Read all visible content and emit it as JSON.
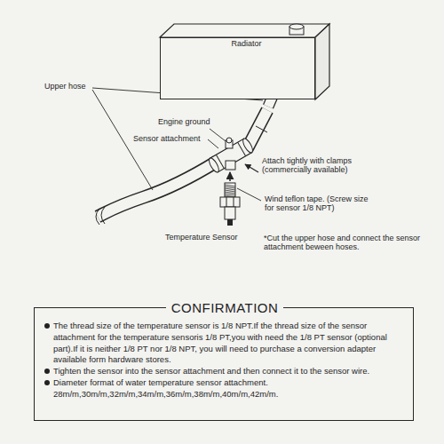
{
  "diagram": {
    "nodes": [
      {
        "text": [
          "Radiator"
        ]
      },
      {
        "text": [
          "CONFIRMATION",
          "The thread size of the temperature sensor is 1/8 NPT.If the thread size of the sensor attachment for the temperature sensoris 1/8 PT,you with need the 1/8 PT sensor (optional part).If it is neither 1/8 PT nor 1/8 NPT, you will need to purchase a conversion adapter available form hardware stores.",
          "Tighten the sensor into the sensor attachment and then connect it to the sensor wire.",
          "Diameter format of water temperature sensor attachment.",
          "28m/m,30m/m,32m/m,34m/m,36m/m,38m/m,40m/m,42m/m."
        ]
      }
    ],
    "labels": [
      "Upper hose",
      "Engine ground",
      "Sensor attachment",
      "Attach tightly with clamps (commercially available)",
      "Wind teflon tape. (Screw size for sensor 1/8 NPT)",
      "Temperature Sensor",
      "*Cut the upper hose and connect the sensor attachment beween hoses."
    ]
  }
}
